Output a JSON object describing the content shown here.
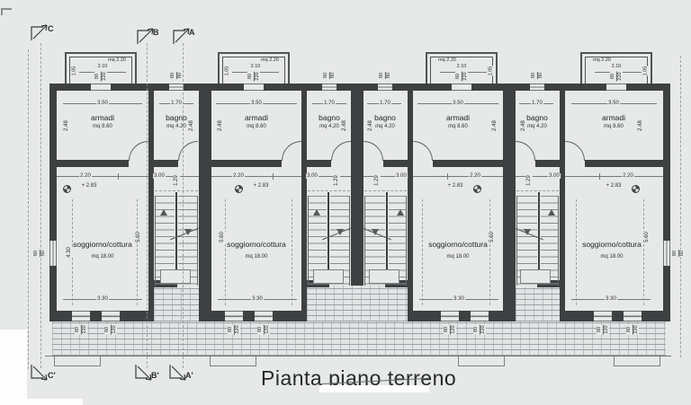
{
  "title": "Pianta piano terreno",
  "section_markers": {
    "top": [
      {
        "label": "C"
      },
      {
        "label": "B"
      },
      {
        "label": "A"
      }
    ],
    "bottom": [
      {
        "label": "C'"
      },
      {
        "label": "B'"
      },
      {
        "label": "A'"
      }
    ]
  },
  "rooms": {
    "armadi": {
      "name": "armadi",
      "area": "mq 8.60",
      "width": "3.50",
      "height": "2.48"
    },
    "bagno": {
      "name": "bagno",
      "area": "mq 4.20",
      "width": "1.70",
      "height": "2.48"
    },
    "soggiorno": {
      "name": "soggiorno/cottura",
      "area": "mq 18.00",
      "width": "3.30",
      "height": "5.60",
      "height_left": "4.30"
    },
    "balcone": {
      "area": "mq 2.20",
      "width": "2.10",
      "depth": "1.05"
    }
  },
  "dims": {
    "hall_left": "2.20",
    "hall_right": "3.00",
    "stair": "1.29",
    "level": "+ 2.83",
    "w80": "80",
    "d80": "80",
    "d120": "120",
    "d220": "220"
  },
  "colors": {
    "paper": "#e7e9e8",
    "ink": "#3e4042",
    "brick_line": "#9ba1a3"
  }
}
